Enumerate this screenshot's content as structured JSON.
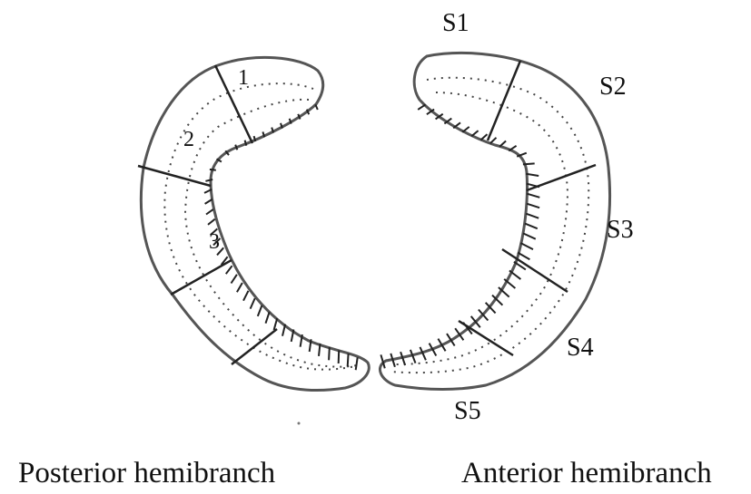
{
  "colors": {
    "outline": "#555555",
    "divider": "#222222",
    "dots": "#444444",
    "hatch": "#222222",
    "text": "#111111",
    "background": "#ffffff"
  },
  "segments": {
    "s1": "S1",
    "s2": "S2",
    "s3": "S3",
    "s4": "S4",
    "s5": "S5"
  },
  "zones": {
    "z1": "1",
    "z2": "2",
    "z3": "3"
  },
  "captions": {
    "posterior": "Posterior hemibranch",
    "anterior": "Anterior hemibranch"
  }
}
